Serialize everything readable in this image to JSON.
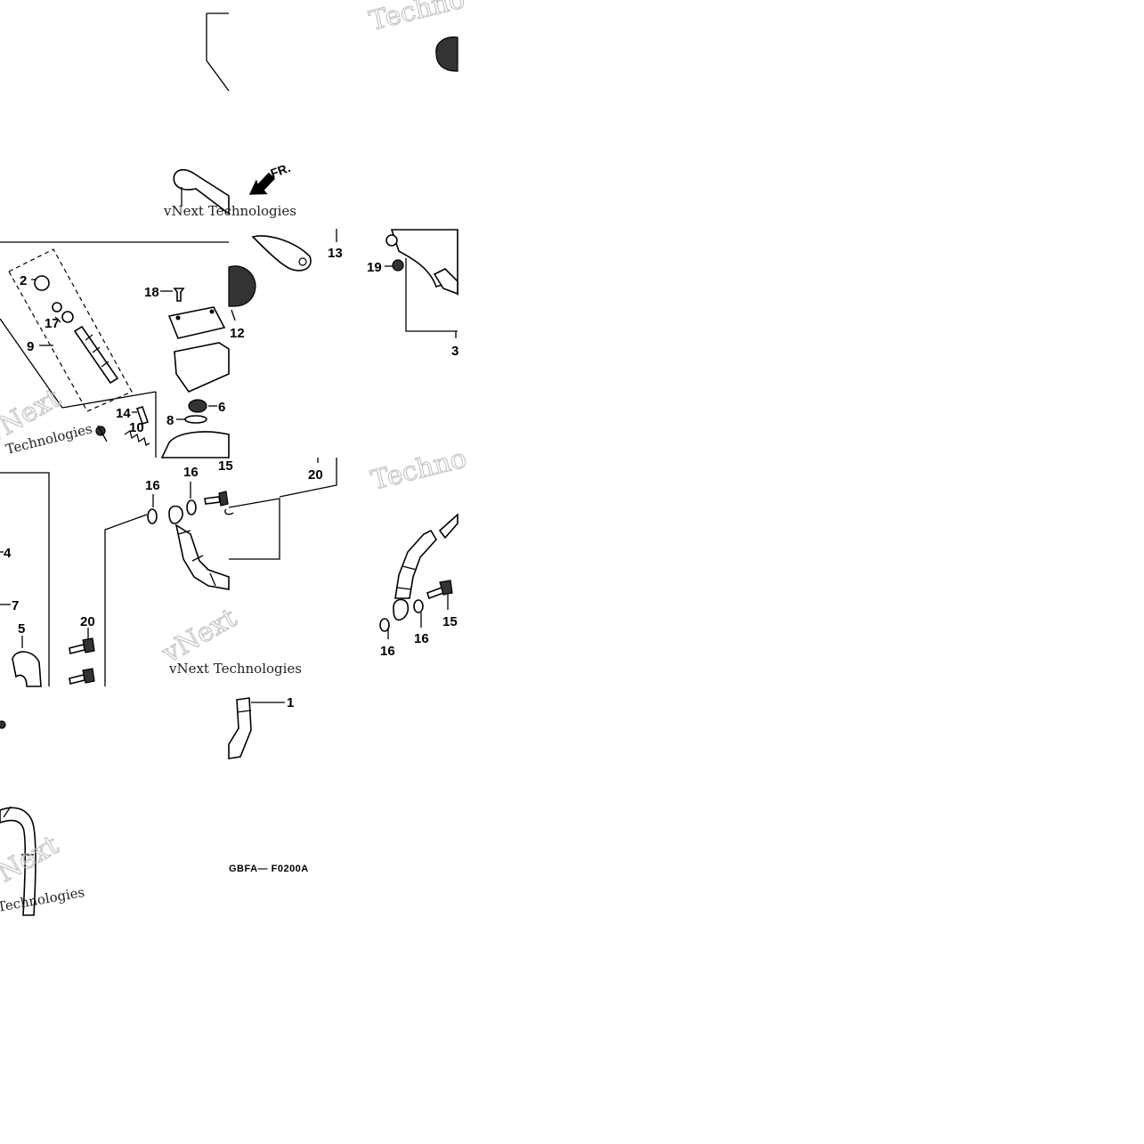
{
  "diagram": {
    "direction_label": "FR.",
    "drawing_code": "GBFA— F0200A",
    "callouts": [
      "1",
      "2",
      "3",
      "4",
      "5",
      "6",
      "7",
      "8",
      "9",
      "10",
      "12",
      "13",
      "14",
      "15",
      "16",
      "17",
      "18",
      "19",
      "20"
    ],
    "watermarks": {
      "technologies": "Technologies",
      "technology": "Techno",
      "vnext": "vNext",
      "vnext_tech": "vNext Technologies"
    }
  }
}
